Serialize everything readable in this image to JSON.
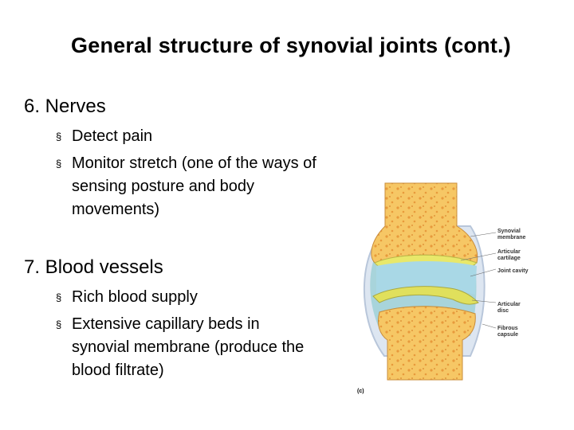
{
  "slide": {
    "title": "General structure of synovial joints (cont.)",
    "sections": [
      {
        "heading": "6. Nerves",
        "bullets": [
          "Detect pain",
          "Monitor stretch (one of the ways of sensing posture and body movements)"
        ]
      },
      {
        "heading": "7. Blood vessels",
        "bullets": [
          "Rich blood supply",
          "Extensive capillary beds in synovial membrane (produce the blood filtrate)"
        ]
      }
    ],
    "bullet_marker": "§"
  },
  "figure": {
    "labels": {
      "synovial_membrane": [
        "Synovial",
        "membrane"
      ],
      "articular_cartilage": [
        "Articular",
        "cartilage"
      ],
      "joint_cavity": [
        "Joint cavity"
      ],
      "articular_disc": [
        "Articular",
        "disc"
      ],
      "fibrous_capsule": [
        "Fibrous",
        "capsule"
      ]
    },
    "panel_tag": "(c)"
  },
  "colors": {
    "bone": "#f6c765",
    "bone_spots": "#e89a3c",
    "cartilage": "#e8e86a",
    "capsule": "#c9d8ea",
    "cavity": "#a9d8e6",
    "membrane": "#7cc4c9"
  }
}
